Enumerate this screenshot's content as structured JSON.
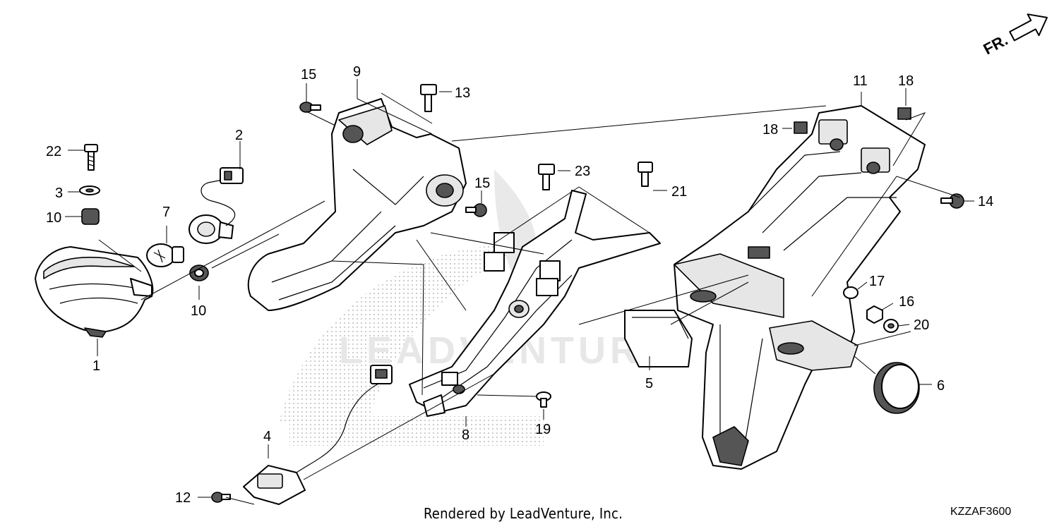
{
  "direction_label": "FR.",
  "footer_text": "Rendered by LeadVenture, Inc.",
  "diagram_code": "KZZAF3600",
  "callouts": {
    "c1": "1",
    "c2": "2",
    "c3": "3",
    "c4": "4",
    "c5": "5",
    "c6": "6",
    "c7": "7",
    "c8": "8",
    "c9": "9",
    "c10a": "10",
    "c10b": "10",
    "c11": "11",
    "c12": "12",
    "c13": "13",
    "c14": "14",
    "c15a": "15",
    "c15b": "15",
    "c16": "16",
    "c17": "17",
    "c18a": "18",
    "c18b": "18",
    "c19": "19",
    "c20": "20",
    "c21": "21",
    "c22": "22",
    "c23": "23"
  }
}
